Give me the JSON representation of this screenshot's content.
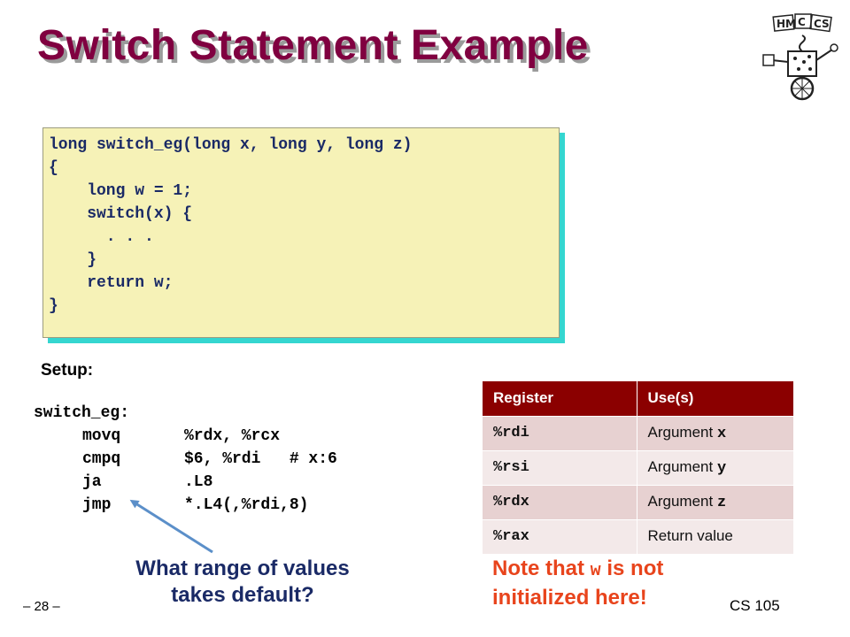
{
  "slide": {
    "title": "Switch Statement Example",
    "page_number": "– 28 –",
    "course": "CS 105"
  },
  "code": {
    "lines": [
      "long switch_eg(long x, long y, long z)",
      "{",
      "    long w = 1;",
      "    switch(x) {",
      "      . . .",
      "    }",
      "    return w;",
      "}"
    ]
  },
  "setup_label": "Setup:",
  "assembly": {
    "label": "switch_eg:",
    "lines": [
      {
        "op": "movq",
        "args": "%rdx, %rcx"
      },
      {
        "op": "cmpq",
        "args": "$6, %rdi   # x:6"
      },
      {
        "op": "ja",
        "args": ".L8"
      },
      {
        "op": "jmp",
        "args": "*.L4(,%rdi,8)"
      }
    ]
  },
  "register_table": {
    "headers": [
      "Register",
      "Use(s)"
    ],
    "rows": [
      {
        "reg": "%rdi",
        "use_text": "Argument ",
        "use_var": "x"
      },
      {
        "reg": "%rsi",
        "use_text": "Argument ",
        "use_var": "y"
      },
      {
        "reg": "%rdx",
        "use_text": "Argument ",
        "use_var": "z"
      },
      {
        "reg": "%rax",
        "use_text": "Return value",
        "use_var": ""
      }
    ]
  },
  "question": {
    "line1": "What range of values",
    "line2": "takes default?"
  },
  "note": {
    "part1": "Note that ",
    "var": "w",
    "part2": " is not",
    "line2": "initialized here!"
  },
  "colors": {
    "title": "#800040",
    "code_bg": "#f6f2b7",
    "code_shadow": "#35d6d0",
    "table_header": "#8b0000",
    "note": "#e8441c",
    "arrow": "#5b8fc9"
  },
  "icons": {
    "logo": "hmc-cs-robot-logo",
    "arrow": "pointer-arrow"
  }
}
